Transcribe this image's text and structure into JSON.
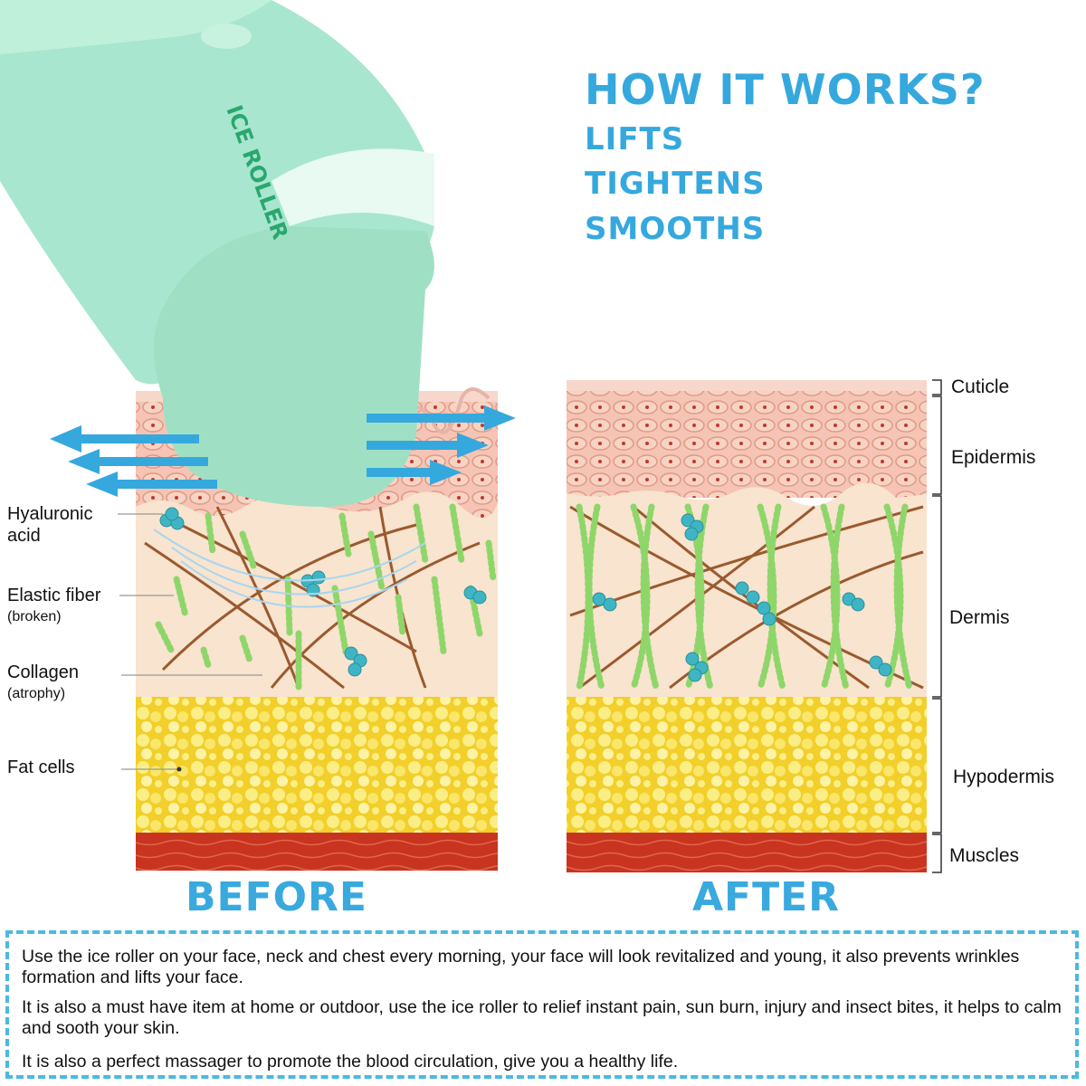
{
  "header": {
    "title": "HOW IT WORKS?",
    "benefits": [
      "LIFTS",
      "TIGHTENS",
      "SMOOTHS"
    ]
  },
  "product": {
    "brand_text": "ICE ROLLER",
    "color": "#a8e6cf"
  },
  "left_labels": {
    "hyaluronic": {
      "line1": "Hyaluronic",
      "line2": "acid"
    },
    "elastic": {
      "line1": "Elastic fiber",
      "line2": "(broken)"
    },
    "collagen": {
      "line1": "Collagen",
      "line2": "(atrophy)"
    },
    "fat": {
      "line1": "Fat cells"
    }
  },
  "right_labels": {
    "cuticle": "Cuticle",
    "epidermis": "Epidermis",
    "dermis": "Dermis",
    "hypodermis": "Hypodermis",
    "muscles": "Muscles"
  },
  "captions": {
    "before": "BEFORE",
    "after": "AFTER"
  },
  "description": {
    "p1": "Use the ice roller on your face, neck and chest every morning, your face will look revitalized and young, it also prevents wrinkles formation and lifts your face.",
    "p2": "It is also a must have item at home or outdoor, use the ice roller to relief instant pain, sun burn, injury and insect bites, it helps to calm and sooth your skin.",
    "p3": "It is also a perfect massager to promote the blood circulation, give you a healthy life."
  },
  "colors": {
    "accent_blue": "#35a8de",
    "epidermis": "#f3b6a4",
    "dermis": "#f8e4cf",
    "fat": "#f6e04a",
    "muscle": "#c8341f",
    "fiber_green": "#8fd66a",
    "collagen_brown": "#9a5a2e",
    "hyaluronic_teal": "#3fb5c4"
  }
}
